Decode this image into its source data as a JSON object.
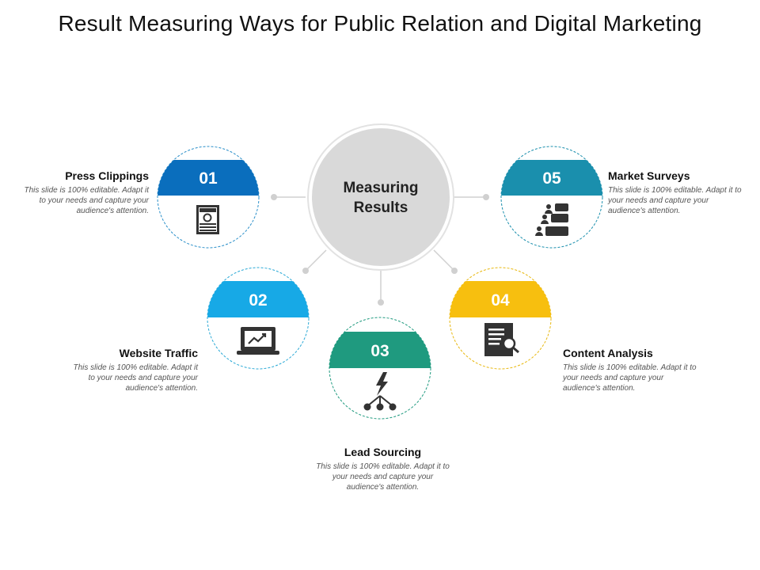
{
  "title": "Result Measuring Ways for Public Relation and Digital Marketing",
  "center": {
    "line1": "Measuring",
    "line2": "Results"
  },
  "colors": {
    "press": "#0a6ebd",
    "website": "#17a9e6",
    "lead": "#1f9a7f",
    "content": "#f7bf0f",
    "market": "#1a8fad",
    "icon": "#333333",
    "center_fill": "#d9d9d9"
  },
  "nodes": [
    {
      "id": "press",
      "number": "01",
      "title": "Press Clippings",
      "desc": "This slide is 100% editable. Adapt it to your needs and capture your audience's attention.",
      "icon": "newspaper-icon"
    },
    {
      "id": "website",
      "number": "02",
      "title": "Website Traffic",
      "desc": "This slide is 100% editable. Adapt it to your needs and capture your audience's attention.",
      "icon": "laptop-trend-icon"
    },
    {
      "id": "lead",
      "number": "03",
      "title": "Lead Sourcing",
      "desc": "This slide is 100% editable. Adapt it to your needs and capture your audience's attention.",
      "icon": "lightning-network-icon"
    },
    {
      "id": "content",
      "number": "04",
      "title": "Content Analysis",
      "desc": "This slide is 100% editable. Adapt it to your needs and capture your audience's attention.",
      "icon": "document-search-icon"
    },
    {
      "id": "market",
      "number": "05",
      "title": "Market Surveys",
      "desc": "This slide is 100% editable. Adapt it to your needs and capture your audience's attention.",
      "icon": "survey-people-icon"
    }
  ]
}
